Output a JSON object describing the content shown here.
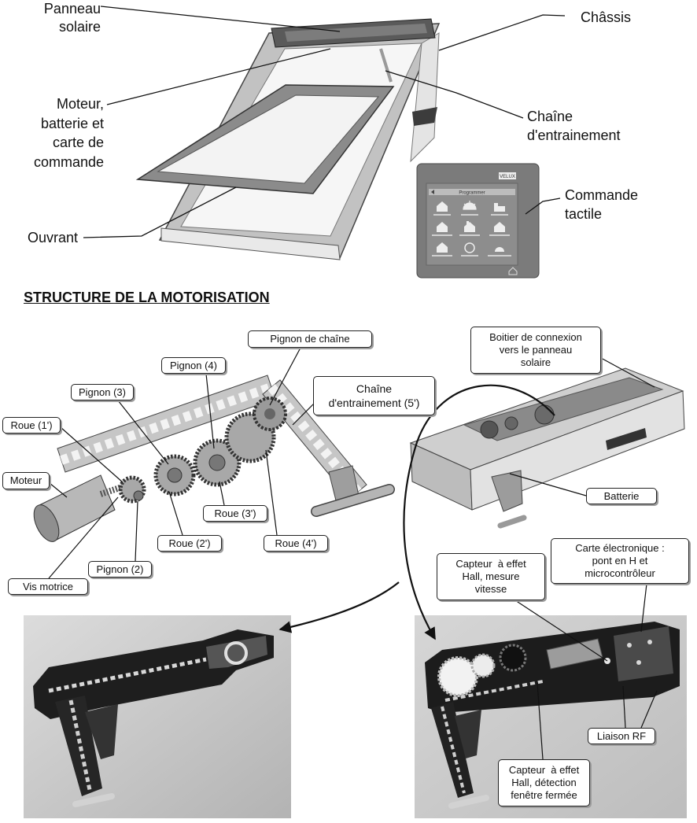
{
  "top_labels": {
    "solar_panel": [
      "Panneau",
      "solaire"
    ],
    "chassis": "Châssis",
    "motor_battery_board": [
      "Moteur,",
      "batterie et",
      "carte de",
      "commande"
    ],
    "drive_chain": [
      "Chaîne",
      "d'entrainement"
    ],
    "touch_control": [
      "Commande",
      "tactile"
    ],
    "sash": "Ouvrant"
  },
  "touch_panel": {
    "brand": "VELUX",
    "screen_title": "Programmer"
  },
  "section_title": "STRUCTURE DE LA MOTORISATION",
  "mechanism_labels": {
    "chain_sprocket": "Pignon de chaîne",
    "pinion_4": "Pignon (4)",
    "pinion_3": "Pignon (3)",
    "drive_chain_5": [
      "Chaîne",
      "d'entrainement (5')"
    ],
    "wheel_1": "Roue (1')",
    "motor": "Moteur",
    "wheel_3": "Roue (3')",
    "wheel_2": "Roue (2')",
    "wheel_4": "Roue (4')",
    "pinion_2": "Pignon (2)",
    "worm_screw": "Vis motrice"
  },
  "housing_labels": {
    "connection_box": [
      "Boitier de connexion",
      "vers le panneau",
      "solaire"
    ],
    "battery": "Batterie"
  },
  "photo_labels": {
    "hall_speed": [
      "Capteur  à effet",
      "Hall, mesure",
      "vitesse"
    ],
    "control_board": [
      "Carte électronique :",
      "pont en H et",
      "microcontrôleur"
    ],
    "rf_link": "Liaison RF",
    "hall_closed": [
      "Capteur  à effet",
      "Hall, détection",
      "fenêtre fermée"
    ]
  },
  "icons": {
    "touch_back": "back-arrow-icon",
    "touch_home": "home-icon",
    "touch_programs": "program-icon"
  }
}
